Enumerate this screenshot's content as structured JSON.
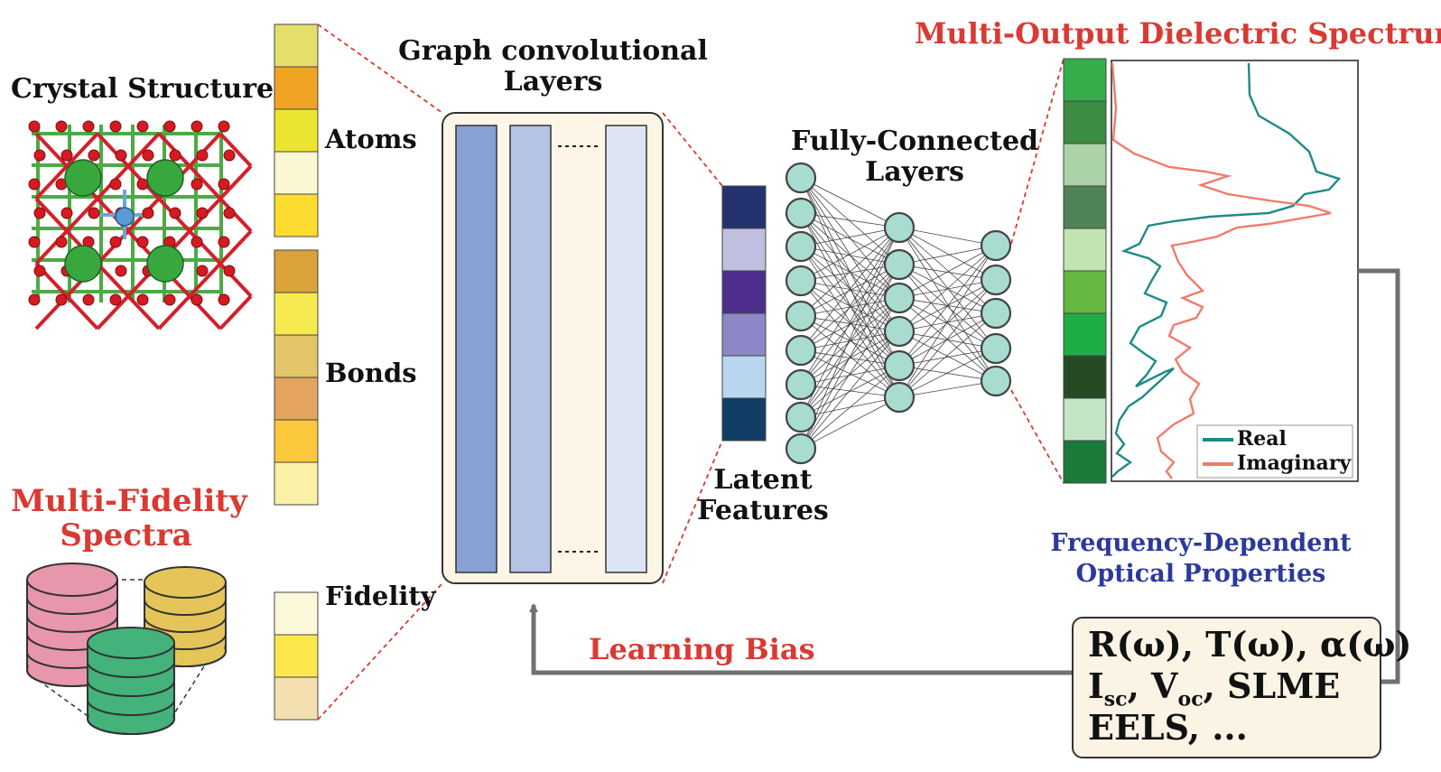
{
  "labels": {
    "crystal_structure": "Crystal Structure",
    "atoms": "Atoms",
    "bonds": "Bonds",
    "fidelity": "Fidelity",
    "multi_fidelity_line1": "Multi-Fidelity",
    "multi_fidelity_line2": "Spectra",
    "graph_conv_line1": "Graph convolutional",
    "graph_conv_line2": "Layers",
    "fully_connected_line1": "Fully-Connected",
    "fully_connected_line2": "Layers",
    "latent_line1": "Latent",
    "latent_line2": "Features",
    "multi_output": "Multi-Output Dielectric Spectrum",
    "freq_dep_line1": "Frequency-Dependent",
    "freq_dep_line2": "Optical Properties",
    "learning_bias": "Learning Bias"
  },
  "optical_properties": {
    "line1": "R(ω), T(ω), α(ω)",
    "line2_a": "I",
    "line2_a_sub": "sc",
    "line2_b": ", V",
    "line2_b_sub": "oc",
    "line2_c": ", SLME",
    "line3": "EELS, ..."
  },
  "legend": {
    "real": "Real",
    "imaginary": "Imaginary"
  },
  "colors": {
    "title_red": "#d93a32",
    "subtitle_blue": "#2b3a9a",
    "real_line": "#1f8a87",
    "imaginary_line": "#f07b6a",
    "neuron_fill": "#a8dcd0",
    "arrow_gray": "#6f7072",
    "atoms_cells": [
      "#e3df6a",
      "#efa423",
      "#ebe52f",
      "#fbf7d2",
      "#fbdc2f"
    ],
    "bonds_cells": [
      "#d9a23a",
      "#f6ea50",
      "#e3c468",
      "#e4a35e",
      "#fbc83b",
      "#fbf1a6"
    ],
    "fidelity_cells": [
      "#fbf8da",
      "#fbe64b",
      "#f3dfb0"
    ],
    "latent_cells": [
      "#253270",
      "#c1bfe0",
      "#4d2e8d",
      "#8c87c6",
      "#b8d6ef",
      "#103e67"
    ],
    "output_cells": [
      "#35ad4a",
      "#3c8c44",
      "#acd3a8",
      "#4f8358",
      "#c2e3b2",
      "#65b743",
      "#1fad45",
      "#264b24",
      "#c3e5c6",
      "#1a7a3a"
    ],
    "gcn_columns": [
      "#8aa1d3",
      "#b4c3e6",
      "#dde5f5"
    ],
    "db_pink": "#e896ab",
    "db_yellow": "#e5c55a",
    "db_green": "#43b27b"
  }
}
